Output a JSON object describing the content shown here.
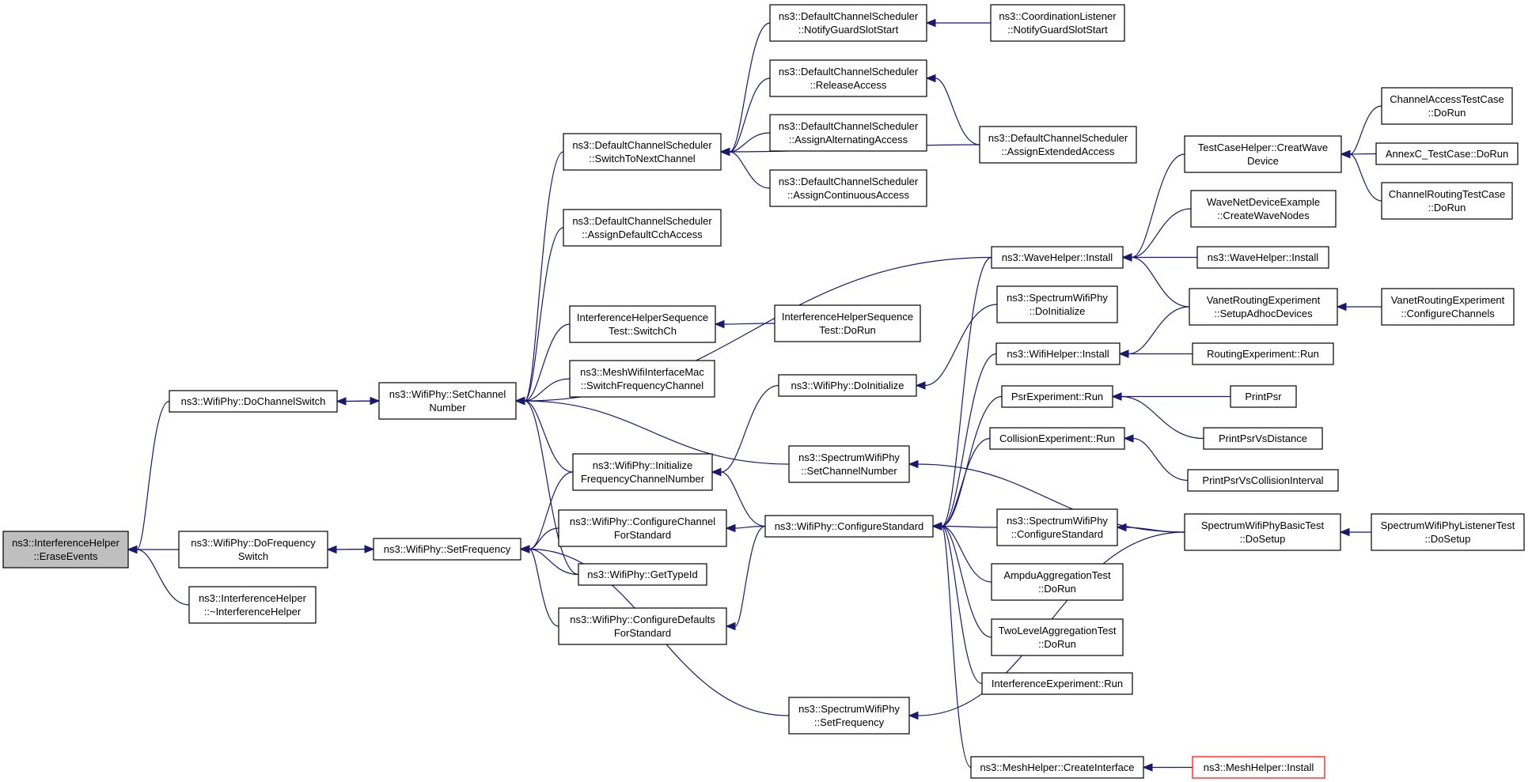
{
  "colors": {
    "edge": "#191970",
    "root_fill": "#bfbfbf",
    "node_border": "#000000",
    "highlight_border": "#ff0000",
    "background": "#ffffff"
  },
  "nodes": {
    "erase_events": {
      "lines": [
        "ns3::InterferenceHelper",
        "::EraseEvents"
      ]
    },
    "do_channel_switch": {
      "lines": [
        "ns3::WifiPhy::DoChannelSwitch"
      ]
    },
    "do_frequency_switch": {
      "lines": [
        "ns3::WifiPhy::DoFrequency",
        "Switch"
      ]
    },
    "interference_helper_dtor": {
      "lines": [
        "ns3::InterferenceHelper",
        "::~InterferenceHelper"
      ]
    },
    "set_channel_number": {
      "lines": [
        "ns3::WifiPhy::SetChannel",
        "Number"
      ]
    },
    "set_frequency": {
      "lines": [
        "ns3::WifiPhy::SetFrequency"
      ]
    },
    "switch_to_next_channel": {
      "lines": [
        "ns3::DefaultChannelScheduler",
        "::SwitchToNextChannel"
      ]
    },
    "assign_default_cch_access": {
      "lines": [
        "ns3::DefaultChannelScheduler",
        "::AssignDefaultCchAccess"
      ]
    },
    "ih_sequence_switch_ch": {
      "lines": [
        "InterferenceHelperSequence",
        "Test::SwitchCh"
      ]
    },
    "mesh_switch_frequency_channel": {
      "lines": [
        "ns3::MeshWifiInterfaceMac",
        "::SwitchFrequencyChannel"
      ]
    },
    "init_frequency_channel_number": {
      "lines": [
        "ns3::WifiPhy::Initialize",
        "FrequencyChannelNumber"
      ]
    },
    "configure_channel_for_standard": {
      "lines": [
        "ns3::WifiPhy::ConfigureChannel",
        "ForStandard"
      ]
    },
    "get_type_id": {
      "lines": [
        "ns3::WifiPhy::GetTypeId"
      ]
    },
    "configure_defaults_for_standard": {
      "lines": [
        "ns3::WifiPhy::ConfigureDefaults",
        "ForStandard"
      ]
    },
    "notify_guard_slot_start": {
      "lines": [
        "ns3::DefaultChannelScheduler",
        "::NotifyGuardSlotStart"
      ]
    },
    "release_access": {
      "lines": [
        "ns3::DefaultChannelScheduler",
        "::ReleaseAccess"
      ]
    },
    "assign_alternating_access": {
      "lines": [
        "ns3::DefaultChannelScheduler",
        "::AssignAlternatingAccess"
      ]
    },
    "assign_continuous_access": {
      "lines": [
        "ns3::DefaultChannelScheduler",
        "::AssignContinuousAccess"
      ]
    },
    "ih_sequence_do_run": {
      "lines": [
        "InterferenceHelperSequence",
        "Test::DoRun"
      ]
    },
    "wifi_phy_do_initialize": {
      "lines": [
        "ns3::WifiPhy::DoInitialize"
      ]
    },
    "spectrum_set_channel_number": {
      "lines": [
        "ns3::SpectrumWifiPhy",
        "::SetChannelNumber"
      ]
    },
    "configure_standard": {
      "lines": [
        "ns3::WifiPhy::ConfigureStandard"
      ]
    },
    "spectrum_set_frequency": {
      "lines": [
        "ns3::SpectrumWifiPhy",
        "::SetFrequency"
      ]
    },
    "coordination_listener_notify": {
      "lines": [
        "ns3::CoordinationListener",
        "::NotifyGuardSlotStart"
      ]
    },
    "assign_extended_access": {
      "lines": [
        "ns3::DefaultChannelScheduler",
        "::AssignExtendedAccess"
      ]
    },
    "wave_helper_install": {
      "lines": [
        "ns3::WaveHelper::Install"
      ]
    },
    "spectrum_do_initialize": {
      "lines": [
        "ns3::SpectrumWifiPhy",
        "::DoInitialize"
      ]
    },
    "wifi_helper_install": {
      "lines": [
        "ns3::WifiHelper::Install"
      ]
    },
    "psr_experiment_run": {
      "lines": [
        "PsrExperiment::Run"
      ]
    },
    "collision_experiment_run": {
      "lines": [
        "CollisionExperiment::Run"
      ]
    },
    "spectrum_configure_standard": {
      "lines": [
        "ns3::SpectrumWifiPhy",
        "::ConfigureStandard"
      ]
    },
    "ampdu_aggregation_test": {
      "lines": [
        "AmpduAggregationTest",
        "::DoRun"
      ]
    },
    "two_level_aggregation_test": {
      "lines": [
        "TwoLevelAggregationTest",
        "::DoRun"
      ]
    },
    "interference_experiment_run": {
      "lines": [
        "InterferenceExperiment::Run"
      ]
    },
    "mesh_helper_create_interface": {
      "lines": [
        "ns3::MeshHelper::CreateInterface"
      ]
    },
    "test_case_helper_creat_wave": {
      "lines": [
        "TestCaseHelper::CreatWave",
        "Device"
      ]
    },
    "wave_net_device_example": {
      "lines": [
        "WaveNetDeviceExample",
        "::CreateWaveNodes"
      ]
    },
    "wave_helper_install_2": {
      "lines": [
        "ns3::WaveHelper::Install"
      ]
    },
    "vanet_setup_adhoc": {
      "lines": [
        "VanetRoutingExperiment",
        "::SetupAdhocDevices"
      ]
    },
    "routing_experiment_run": {
      "lines": [
        "RoutingExperiment::Run"
      ]
    },
    "print_psr": {
      "lines": [
        "PrintPsr"
      ]
    },
    "print_psr_vs_distance": {
      "lines": [
        "PrintPsrVsDistance"
      ]
    },
    "print_psr_vs_collision": {
      "lines": [
        "PrintPsrVsCollisionInterval"
      ]
    },
    "spectrum_basic_test": {
      "lines": [
        "SpectrumWifiPhyBasicTest",
        "::DoSetup"
      ]
    },
    "mesh_helper_install": {
      "lines": [
        "ns3::MeshHelper::Install"
      ]
    },
    "channel_access_test": {
      "lines": [
        "ChannelAccessTestCase",
        "::DoRun"
      ]
    },
    "annexc_test": {
      "lines": [
        "AnnexC_TestCase::DoRun"
      ]
    },
    "channel_routing_test": {
      "lines": [
        "ChannelRoutingTestCase",
        "::DoRun"
      ]
    },
    "vanet_configure_channels": {
      "lines": [
        "VanetRoutingExperiment",
        "::ConfigureChannels"
      ]
    },
    "spectrum_listener_test": {
      "lines": [
        "SpectrumWifiPhyListenerTest",
        "::DoSetup"
      ]
    }
  },
  "edges": [
    [
      "do_channel_switch",
      "erase_events"
    ],
    [
      "do_frequency_switch",
      "erase_events"
    ],
    [
      "interference_helper_dtor",
      "erase_events"
    ],
    [
      "set_channel_number",
      "do_channel_switch"
    ],
    [
      "do_channel_switch",
      "set_channel_number"
    ],
    [
      "set_frequency",
      "do_frequency_switch"
    ],
    [
      "do_frequency_switch",
      "set_frequency"
    ],
    [
      "switch_to_next_channel",
      "set_channel_number"
    ],
    [
      "assign_default_cch_access",
      "set_channel_number"
    ],
    [
      "wave_helper_install",
      "set_channel_number"
    ],
    [
      "ih_sequence_switch_ch",
      "set_channel_number"
    ],
    [
      "mesh_switch_frequency_channel",
      "set_channel_number"
    ],
    [
      "init_frequency_channel_number",
      "set_channel_number"
    ],
    [
      "spectrum_set_channel_number",
      "set_channel_number"
    ],
    [
      "get_type_id",
      "set_channel_number"
    ],
    [
      "init_frequency_channel_number",
      "set_frequency"
    ],
    [
      "configure_channel_for_standard",
      "set_frequency"
    ],
    [
      "get_type_id",
      "set_frequency"
    ],
    [
      "configure_defaults_for_standard",
      "set_frequency"
    ],
    [
      "spectrum_set_frequency",
      "set_frequency"
    ],
    [
      "notify_guard_slot_start",
      "switch_to_next_channel"
    ],
    [
      "release_access",
      "switch_to_next_channel"
    ],
    [
      "assign_alternating_access",
      "switch_to_next_channel"
    ],
    [
      "assign_continuous_access",
      "switch_to_next_channel"
    ],
    [
      "assign_extended_access",
      "switch_to_next_channel"
    ],
    [
      "coordination_listener_notify",
      "notify_guard_slot_start"
    ],
    [
      "assign_extended_access",
      "release_access"
    ],
    [
      "ih_sequence_do_run",
      "ih_sequence_switch_ch"
    ],
    [
      "wifi_phy_do_initialize",
      "init_frequency_channel_number"
    ],
    [
      "spectrum_do_initialize",
      "wifi_phy_do_initialize"
    ],
    [
      "configure_standard",
      "init_frequency_channel_number"
    ],
    [
      "configure_standard",
      "configure_channel_for_standard"
    ],
    [
      "configure_standard",
      "configure_defaults_for_standard"
    ],
    [
      "spectrum_basic_test",
      "spectrum_set_channel_number"
    ],
    [
      "spectrum_basic_test",
      "spectrum_set_frequency"
    ],
    [
      "wave_helper_install",
      "configure_standard"
    ],
    [
      "wifi_helper_install",
      "configure_standard"
    ],
    [
      "psr_experiment_run",
      "configure_standard"
    ],
    [
      "collision_experiment_run",
      "configure_standard"
    ],
    [
      "spectrum_configure_standard",
      "configure_standard"
    ],
    [
      "ampdu_aggregation_test",
      "configure_standard"
    ],
    [
      "two_level_aggregation_test",
      "configure_standard"
    ],
    [
      "interference_experiment_run",
      "configure_standard"
    ],
    [
      "mesh_helper_create_interface",
      "configure_standard"
    ],
    [
      "test_case_helper_creat_wave",
      "wave_helper_install"
    ],
    [
      "wave_net_device_example",
      "wave_helper_install"
    ],
    [
      "wave_helper_install_2",
      "wave_helper_install"
    ],
    [
      "vanet_setup_adhoc",
      "wave_helper_install"
    ],
    [
      "vanet_setup_adhoc",
      "wifi_helper_install"
    ],
    [
      "routing_experiment_run",
      "wifi_helper_install"
    ],
    [
      "print_psr",
      "psr_experiment_run"
    ],
    [
      "print_psr_vs_distance",
      "psr_experiment_run"
    ],
    [
      "print_psr_vs_collision",
      "collision_experiment_run"
    ],
    [
      "spectrum_basic_test",
      "spectrum_configure_standard"
    ],
    [
      "mesh_helper_install",
      "mesh_helper_create_interface"
    ],
    [
      "channel_access_test",
      "test_case_helper_creat_wave"
    ],
    [
      "annexc_test",
      "test_case_helper_creat_wave"
    ],
    [
      "channel_routing_test",
      "test_case_helper_creat_wave"
    ],
    [
      "vanet_configure_channels",
      "vanet_setup_adhoc"
    ],
    [
      "spectrum_listener_test",
      "spectrum_basic_test"
    ]
  ]
}
